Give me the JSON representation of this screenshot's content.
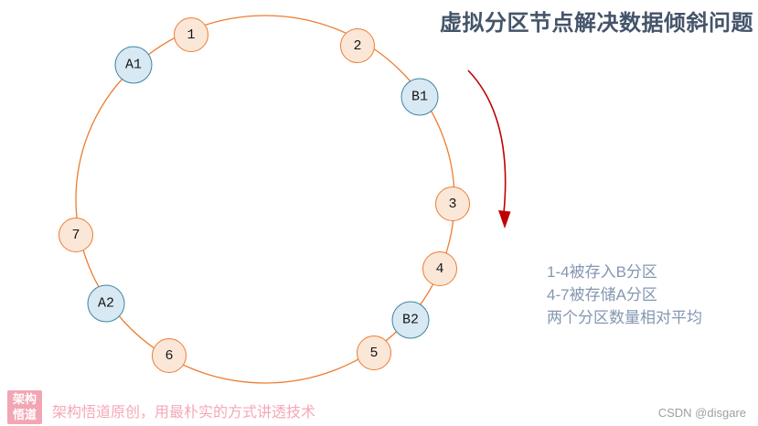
{
  "title": "虚拟分区节点解决数据倾斜问题",
  "ring": {
    "nodes": [
      {
        "label": "1",
        "type": "data"
      },
      {
        "label": "2",
        "type": "data"
      },
      {
        "label": "3",
        "type": "data"
      },
      {
        "label": "4",
        "type": "data"
      },
      {
        "label": "5",
        "type": "data"
      },
      {
        "label": "6",
        "type": "data"
      },
      {
        "label": "7",
        "type": "data"
      },
      {
        "label": "A1",
        "type": "virtual"
      },
      {
        "label": "A2",
        "type": "virtual"
      },
      {
        "label": "B1",
        "type": "virtual"
      },
      {
        "label": "B2",
        "type": "virtual"
      }
    ]
  },
  "annotation": {
    "lines": [
      "1-4被存入B分区",
      "4-7被存储A分区",
      "两个分区数量相对平均"
    ]
  },
  "watermark": {
    "badge_line1": "架构",
    "badge_line2": "悟道",
    "text": "架构悟道原创，用最朴实的方式讲透技术"
  },
  "credit": "CSDN @disgare",
  "colors": {
    "ring_stroke": "#ED7D31",
    "data_node_fill": "#FBE7D8",
    "data_node_border": "#ED7D31",
    "virtual_node_fill": "#D8E9F3",
    "virtual_node_border": "#3D85A0",
    "arrow": "#C00000",
    "title_text": "#44546A",
    "annotation_text": "#8497B0",
    "watermark_pink": "#F2A6B4",
    "credit_gray": "#9E9EA4"
  }
}
